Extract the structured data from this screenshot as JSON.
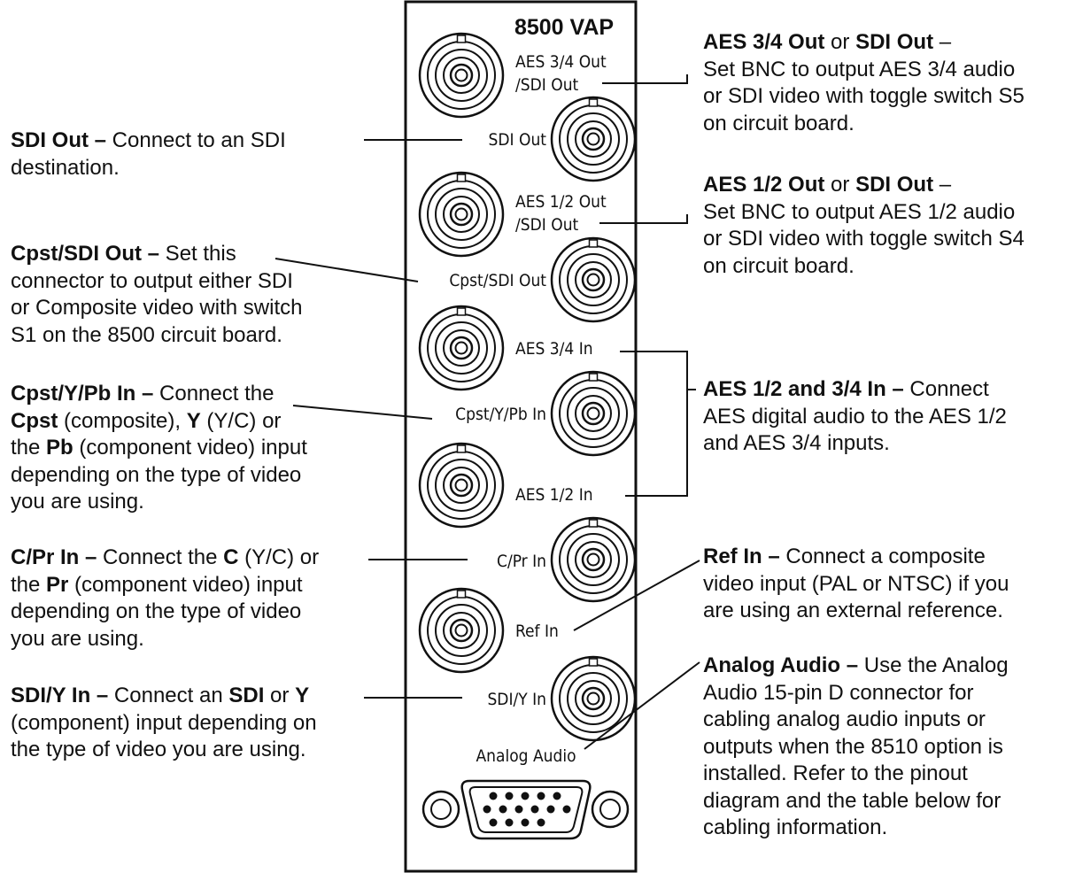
{
  "panel": {
    "title": "8500 VAP",
    "labels": {
      "aes34_out_line1": "AES 3/4 Out",
      "aes34_out_line2": "/SDI Out",
      "sdi_out": "SDI Out",
      "aes12_out_line1": "AES 1/2 Out",
      "aes12_out_line2": "/SDI Out",
      "cpst_sdi_out": "Cpst/SDI Out",
      "aes34_in": "AES 3/4 In",
      "cpst_y_pb_in": "Cpst/Y/Pb In",
      "aes12_in": "AES 1/2 In",
      "c_pr_in": "C/Pr In",
      "ref_in": "Ref In",
      "sdi_y_in": "SDI/Y In",
      "analog_audio": "Analog Audio"
    }
  },
  "callouts": {
    "sdi_out": {
      "bold": "SDI Out –",
      "text1": " Connect to an SDI",
      "line2": "destination."
    },
    "cpst_sdi_out": {
      "bold": "Cpst/SDI Out –",
      "text1": " Set this",
      "line2": "connector to output either SDI",
      "line3": "or Composite video with switch",
      "line4": "S1 on the 8500 circuit board."
    },
    "cpst_y_pb_in": {
      "bold1": "Cpst/Y/Pb In –",
      "text1": " Connect the",
      "bold2": "Cpst",
      "text2": " (composite), ",
      "bold3": "Y",
      "text3": " (Y/C) or",
      "text4": "the ",
      "bold4": "Pb",
      "text5": " (component video) input",
      "line4": "depending on the type of video",
      "line5": "you are using."
    },
    "c_pr_in": {
      "bold1": "C/Pr In –",
      "text1": " Connect the ",
      "bold2": "C",
      "text2": " (Y/C) or",
      "text3": "the ",
      "bold3": "Pr",
      "text4": " (component video) input",
      "line3": "depending on the type of video",
      "line4": "you are using."
    },
    "sdi_y_in": {
      "bold1": "SDI/Y In –",
      "text1": " Connect an ",
      "bold2": "SDI",
      "text2": " or ",
      "bold3": "Y",
      "line2": "(component) input depending on",
      "line3": "the type of video you are using."
    },
    "aes34_out": {
      "bold1": "AES 3/4 Out",
      "text1": " or ",
      "bold2": "SDI Out",
      "text2": " –",
      "line2": "Set BNC to output AES 3/4 audio",
      "line3": "or SDI video with toggle switch S5",
      "line4": "on circuit board."
    },
    "aes12_out": {
      "bold1": "AES 1/2 Out",
      "text1": " or ",
      "bold2": "SDI Out",
      "text2": " –",
      "line2": "Set BNC to output AES 1/2 audio",
      "line3": "or SDI video with toggle switch S4",
      "line4": "on circuit board."
    },
    "aes_in": {
      "bold": "AES 1/2 and 3/4 In –",
      "text1": " Connect",
      "line2": "AES digital audio to the AES 1/2",
      "line3": "and AES 3/4 inputs."
    },
    "ref_in": {
      "bold": "Ref In –",
      "text1": " Connect a composite",
      "line2": "video input (PAL or NTSC) if you",
      "line3": "are using an external reference."
    },
    "analog_audio": {
      "bold": "Analog Audio –",
      "text1": " Use the Analog",
      "line2": "Audio 15-pin D connector for",
      "line3": "cabling analog audio inputs or",
      "line4": "outputs when the 8510 option is",
      "line5": "installed. Refer to the pinout",
      "line6": "diagram and the table below for",
      "line7": "cabling information."
    }
  },
  "colors": {
    "ink": "#111111",
    "background": "#ffffff"
  }
}
